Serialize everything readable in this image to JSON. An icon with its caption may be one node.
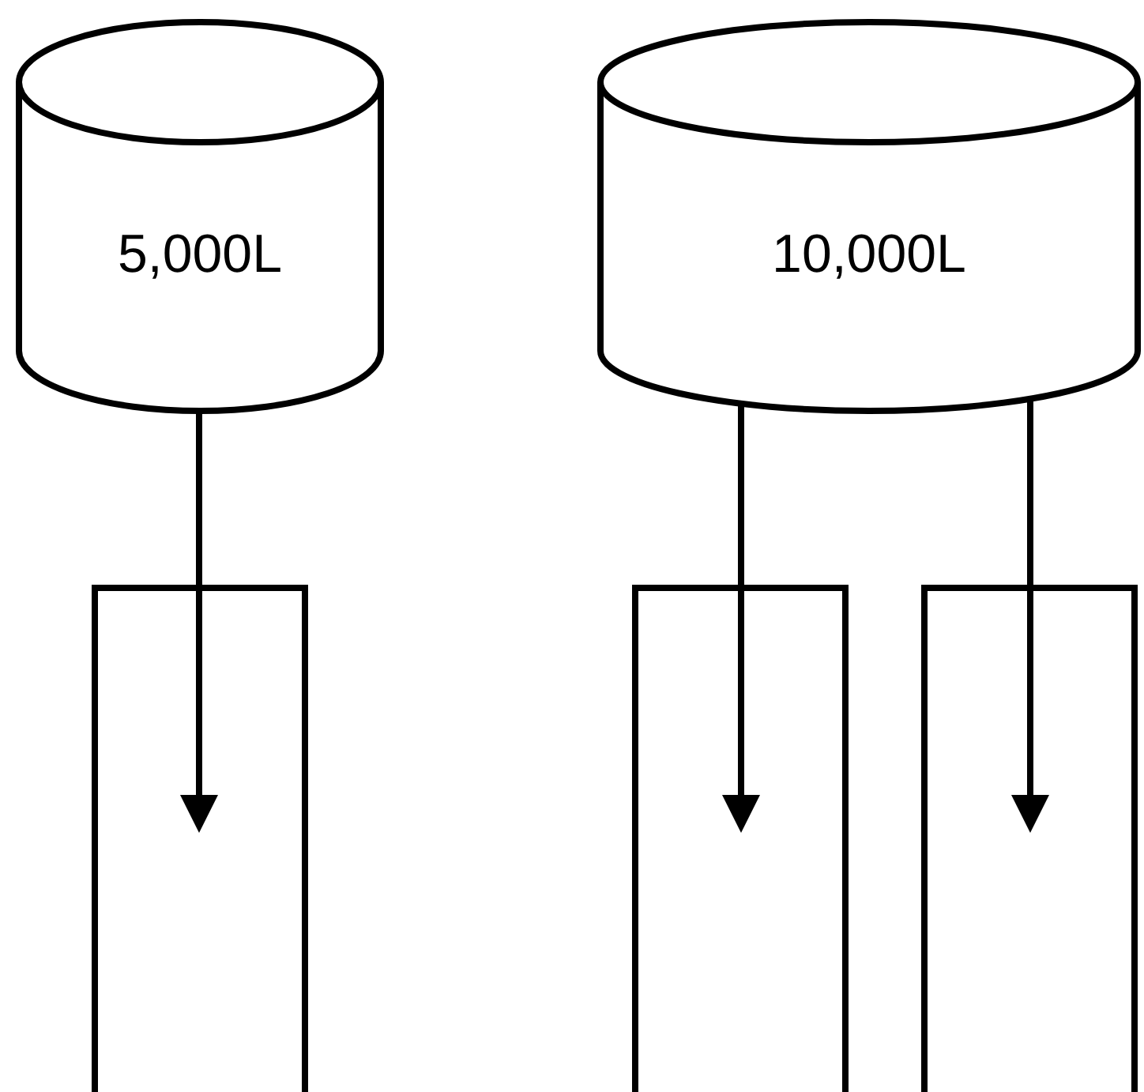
{
  "diagram": {
    "nodes": [
      {
        "text": [
          "5,000L"
        ]
      },
      {
        "text": [
          "10,000L"
        ]
      },
      {
        "text": [],
        "shape": "box"
      },
      {
        "text": [],
        "shape": "box"
      },
      {
        "text": [],
        "shape": "box"
      }
    ],
    "edges": [
      {
        "from": 0,
        "to": 2,
        "arrow": "to"
      },
      {
        "from": 1,
        "to": 3,
        "arrow": "to"
      },
      {
        "from": 1,
        "to": 4,
        "arrow": "to"
      }
    ]
  }
}
